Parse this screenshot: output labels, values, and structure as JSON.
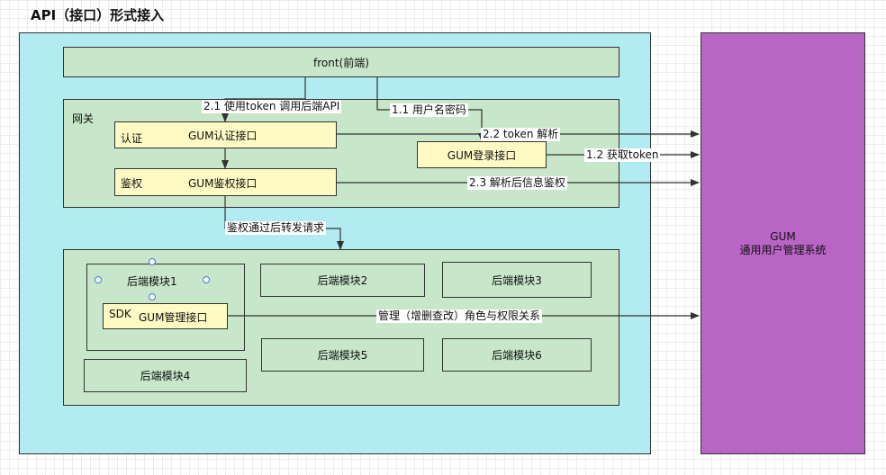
{
  "title": "API（接口）形式接入",
  "front": "front(前端)",
  "gateway": {
    "label": "网关",
    "auth_label": "认证",
    "auth_api": "GUM认证接口",
    "authz_label": "鉴权",
    "authz_api": "GUM鉴权接口",
    "login_api": "GUM登录接口"
  },
  "backend": {
    "module1": "后端模块1",
    "module2": "后端模块2",
    "module3": "后端模块3",
    "module4": "后端模块4",
    "module5": "后端模块5",
    "module6": "后端模块6",
    "sdk_label": "SDK",
    "sdk_api": "GUM管理接口"
  },
  "gum": {
    "name": "GUM",
    "desc": "通用用户管理系统"
  },
  "arrows": {
    "use_token": "2.1 使用token 调用后端API",
    "user_pwd": "1.1 用户名密码",
    "token_parse": "2.2 token 解析",
    "get_token": "1.2 获取token",
    "parse_authz": "2.3 解析后信息鉴权",
    "forward": "鉴权通过后转发请求",
    "manage": "管理（增删查改）角色与权限关系"
  },
  "colors": {
    "outer": "#b2ebf2",
    "green": "#c8e6c9",
    "yellow": "#fff9c4",
    "gum": "#b865c6"
  }
}
